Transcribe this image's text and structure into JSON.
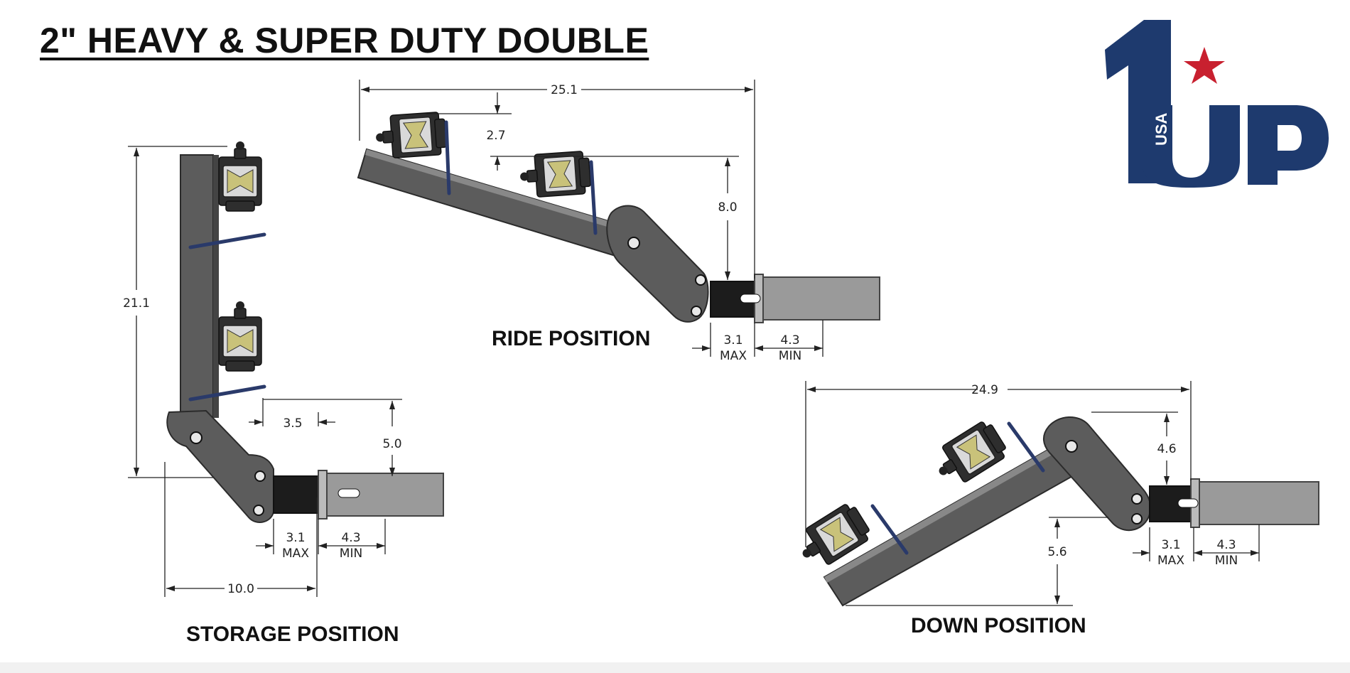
{
  "title": "2\" HEAVY & SUPER DUTY DOUBLE",
  "logo": {
    "number": "1",
    "letters": "UP",
    "country": "USA",
    "brand_color": "#1e3a6e",
    "star_color": "#c8202f"
  },
  "positions": {
    "storage": {
      "label": "STORAGE POSITION",
      "dims": {
        "height": "21.1",
        "offset": "3.5",
        "rise": "5.0",
        "width": "10.0",
        "max": "3.1",
        "max_label": "MAX",
        "min": "4.3",
        "min_label": "MIN"
      }
    },
    "ride": {
      "label": "RIDE POSITION",
      "dims": {
        "length": "25.1",
        "step": "2.7",
        "rise": "8.0",
        "max": "3.1",
        "max_label": "MAX",
        "min": "4.3",
        "min_label": "MIN"
      }
    },
    "down": {
      "label": "DOWN POSITION",
      "dims": {
        "length": "24.9",
        "rise": "4.6",
        "drop": "5.6",
        "max": "3.1",
        "max_label": "MAX",
        "min": "4.3",
        "min_label": "MIN"
      }
    }
  }
}
